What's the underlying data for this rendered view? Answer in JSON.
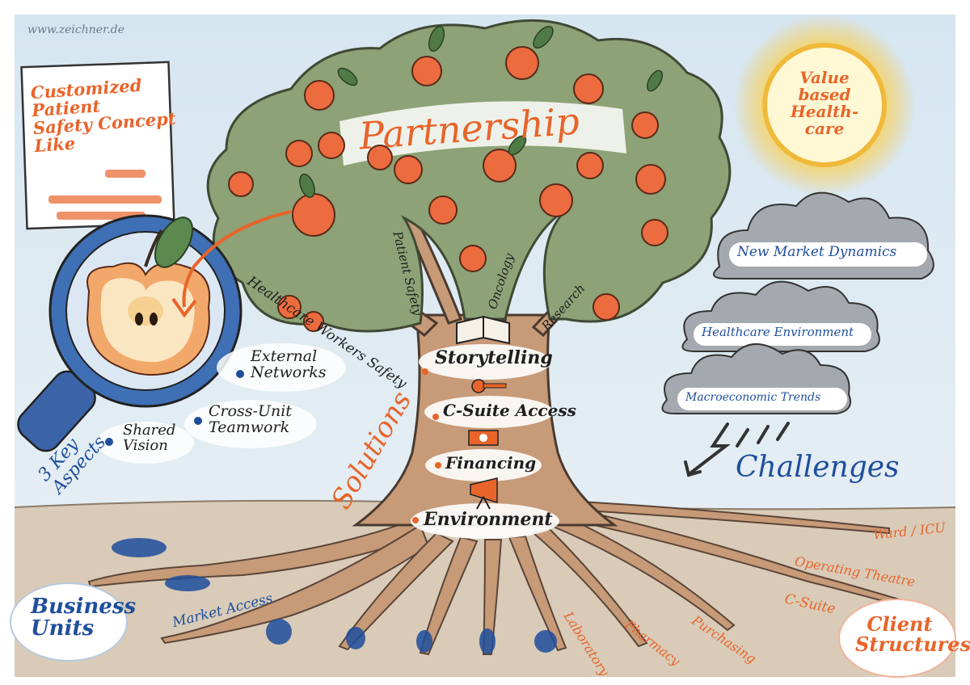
{
  "watermark": "www.zeichner.de",
  "canopy": {
    "title": "Partnership"
  },
  "branches": [
    "Healthcare Workers Safety",
    "Patient Safety",
    "Oncology",
    "Research"
  ],
  "sign": {
    "text": "Customized\nPatient\nSafety Concept\nLike"
  },
  "magnifier": {
    "label": "3 Key\nAspects"
  },
  "key_aspects": [
    "External\nNetworks",
    "Cross-Unit\nTeamwork",
    "Shared\nVision"
  ],
  "solutions": {
    "label": "Solutions",
    "items": [
      "Storytelling",
      "C-Suite Access",
      "Financing",
      "Environment"
    ]
  },
  "sun": {
    "text": "Value\nbased\nHealth-\ncare"
  },
  "clouds": [
    "New Market Dynamics",
    "Healthcare Environment",
    "Macroeconomic Trends"
  ],
  "challenges": "Challenges",
  "roots_left": [
    "Business\nUnits",
    "Market Access"
  ],
  "roots_right": [
    "Ward / ICU",
    "Operating Theatre",
    "C-Suite",
    "Purchasing",
    "Pharmacy",
    "Laboratory"
  ],
  "client_structures": "Client\nStructures",
  "colors": {
    "sky": "#cfe0ec",
    "ground": "#d8c9b6",
    "trunk": "#c79a78",
    "canopy": "#8a9f72",
    "apple": "#ec6b3f",
    "accent_orange": "#e8642a",
    "accent_blue": "#1e4e9c",
    "sun": "#f3c347"
  }
}
